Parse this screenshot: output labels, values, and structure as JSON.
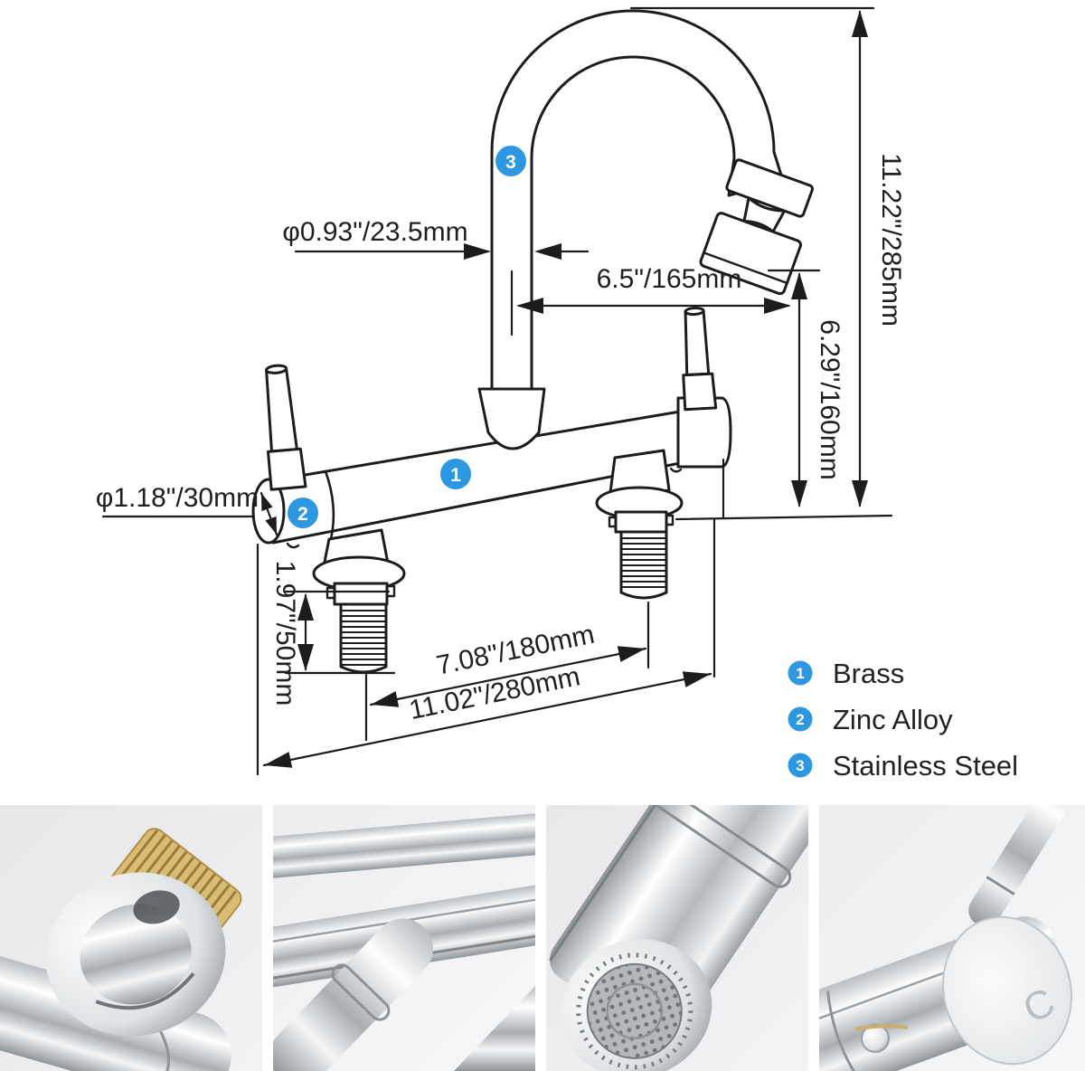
{
  "diagram": {
    "dimensions": {
      "spout_diameter": "φ0.93\"/23.5mm",
      "spout_reach": "6.5\"/165mm",
      "total_height": "11.22\"/285mm",
      "outlet_height": "6.29\"/160mm",
      "body_diameter": "φ1.18\"/30mm",
      "thread_length": "1.97\"/50mm",
      "hole_spacing": "7.08\"/180mm",
      "overall_width": "11.02\"/280mm"
    },
    "callouts": [
      {
        "num": "1"
      },
      {
        "num": "2"
      },
      {
        "num": "3"
      }
    ],
    "legend": [
      {
        "num": "1",
        "label": "Brass"
      },
      {
        "num": "2",
        "label": "Zinc Alloy"
      },
      {
        "num": "3",
        "label": "Stainless Steel"
      }
    ],
    "marker_color": "#2e97e2",
    "line_color": "#1c1c1c"
  },
  "photos": {
    "handle_marking": "C"
  }
}
